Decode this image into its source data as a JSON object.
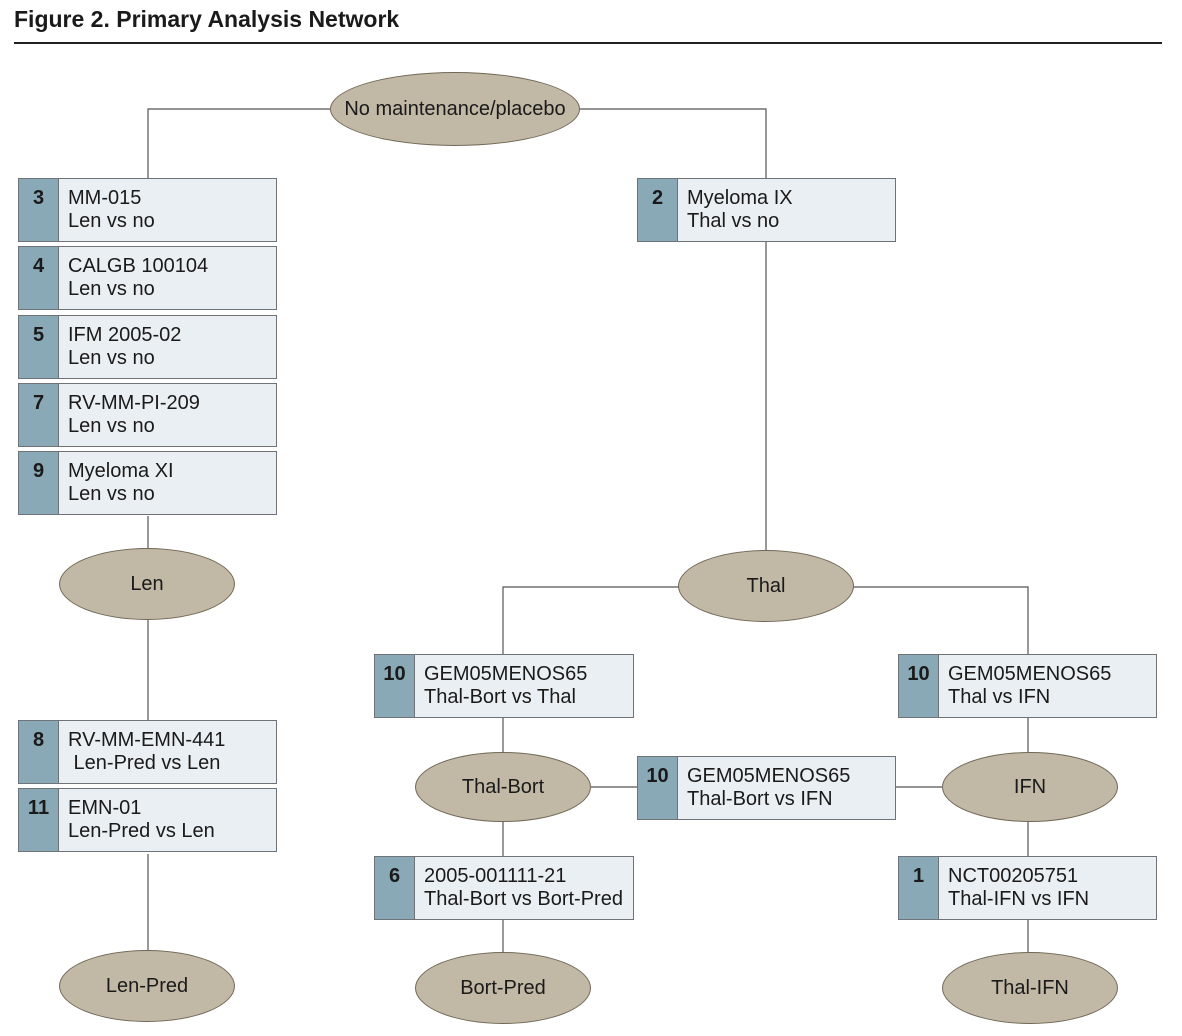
{
  "figure_title": "Figure 2. Primary Analysis Network",
  "nodes": {
    "none": "No maintenance/placebo",
    "len": "Len",
    "thal": "Thal",
    "thal_bort": "Thal-Bort",
    "ifn": "IFN",
    "len_pred": "Len-Pred",
    "bort_pred": "Bort-Pred",
    "thal_ifn": "Thal-IFN"
  },
  "trials": [
    {
      "num": "3",
      "name": "MM-015",
      "comparison": "Len vs no"
    },
    {
      "num": "4",
      "name": "CALGB 100104",
      "comparison": "Len vs no"
    },
    {
      "num": "5",
      "name": "IFM 2005-02",
      "comparison": "Len vs no"
    },
    {
      "num": "7",
      "name": "RV-MM-PI-209",
      "comparison": "Len vs no"
    },
    {
      "num": "9",
      "name": "Myeloma XI",
      "comparison": "Len vs no"
    },
    {
      "num": "8",
      "name": "RV-MM-EMN-441",
      "comparison": " Len-Pred vs Len"
    },
    {
      "num": "11",
      "name": "EMN-01",
      "comparison": "Len-Pred vs Len"
    },
    {
      "num": "2",
      "name": "Myeloma IX",
      "comparison": "Thal vs no"
    },
    {
      "num": "10",
      "name": "GEM05MENOS65",
      "comparison": "Thal-Bort vs Thal"
    },
    {
      "num": "10",
      "name": "GEM05MENOS65",
      "comparison": "Thal vs IFN"
    },
    {
      "num": "10",
      "name": "GEM05MENOS65",
      "comparison": "Thal-Bort vs IFN"
    },
    {
      "num": "6",
      "name": "2005-001111-21",
      "comparison": "Thal-Bort vs Bort-Pred"
    },
    {
      "num": "1",
      "name": "NCT00205751",
      "comparison": "Thal-IFN vs IFN"
    }
  ]
}
